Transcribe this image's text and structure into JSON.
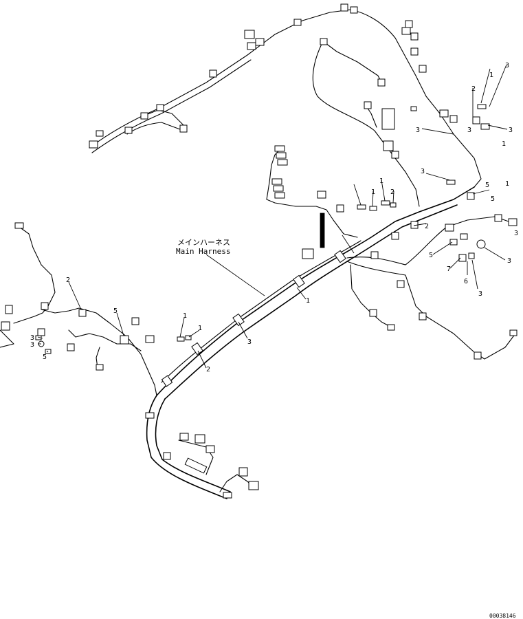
{
  "title": {
    "japanese": "メインハーネス",
    "english": "Main Harness"
  },
  "drawing_number": "00038146",
  "callouts": [
    "1",
    "3",
    "2",
    "3",
    "3",
    "1",
    "3",
    "3",
    "5",
    "1",
    "5",
    "1",
    "1",
    "2",
    "3",
    "5",
    "3",
    "7",
    "3",
    "6",
    "3",
    "1",
    "2",
    "1",
    "1",
    "5",
    "2",
    "3",
    "3",
    "5",
    "2"
  ]
}
